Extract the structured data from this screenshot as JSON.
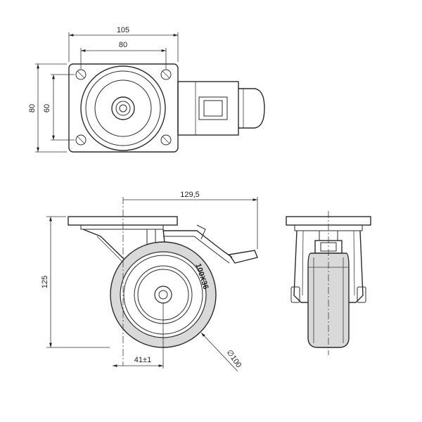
{
  "dimensions": {
    "top_overall_width": "105",
    "top_hole_spacing_x": "80",
    "top_overall_height": "80",
    "top_hole_spacing_y": "60",
    "side_overall_length": "129,5",
    "side_overall_height": "125",
    "side_offset": "41±1",
    "wheel_diameter": "∅100"
  },
  "labels": {
    "tire_size": "100X36"
  }
}
